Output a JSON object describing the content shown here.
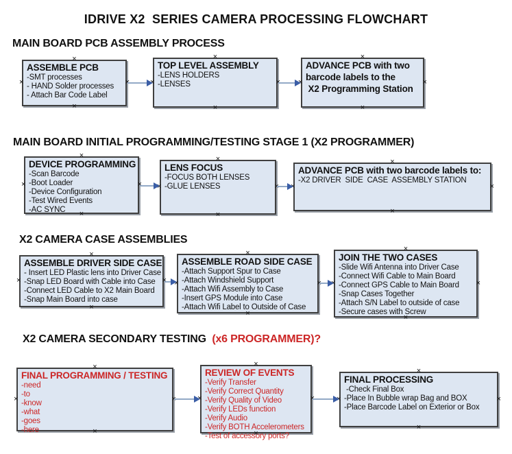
{
  "title": "IDRIVE X2  SERIES CAMERA PROCESSING FLOWCHART",
  "colors": {
    "box_fill": "#dde6f2",
    "box_border": "#3f3f3f",
    "red_text": "#cc2626",
    "connector_line": "#92a9c6",
    "arrowhead": "#3b5ea6"
  },
  "icons": {
    "connection_handle": "×",
    "arrowhead": "right-triangle"
  },
  "sections": [
    {
      "heading": "MAIN BOARD PCB ASSEMBLY PROCESS",
      "boxes": [
        {
          "title": "ASSEMBLE PCB",
          "items": [
            "-SMT processes",
            "- HAND Solder processes",
            "- Attach Bar Code Label"
          ]
        },
        {
          "title": "TOP LEVEL ASSEMBLY",
          "items": [
            "-LENS HOLDERS",
            "-LENSES"
          ]
        },
        {
          "title": "ADVANCE PCB with two\nbarcode labels to the\n X2 Programming Station",
          "items": []
        }
      ]
    },
    {
      "heading": "MAIN BOARD INITIAL PROGRAMMING/TESTING STAGE 1 (X2 PROGRAMMER)",
      "boxes": [
        {
          "title": "DEVICE PROGRAMMING",
          "items": [
            "-Scan Barcode",
            "-Boot Loader",
            "-Device Configuration",
            "-Test Wired Events",
            "-AC SYNC"
          ]
        },
        {
          "title": "LENS FOCUS",
          "items": [
            "-FOCUS BOTH LENSES",
            "-GLUE LENSES"
          ]
        },
        {
          "title": "ADVANCE PCB with two barcode labels to:",
          "items": [
            "-X2 DRIVER  SIDE  CASE  ASSEMBLY STATION"
          ]
        }
      ]
    },
    {
      "heading": "X2 CAMERA CASE ASSEMBLIES",
      "boxes": [
        {
          "title": "ASSEMBLE DRIVER SIDE CASE",
          "items": [
            "- Insert LED Plastic lens into Driver Case",
            "-Snap LED Board with Cable into Case",
            "-Connect LED Cable to X2 Main Board",
            "-Snap Main Board into case"
          ]
        },
        {
          "title": "ASSEMBLE ROAD SIDE CASE",
          "items": [
            "-Attach Support Spur to Case",
            "-Attach Windshield Support",
            "-Attach Wifi Assembly to Case",
            "-Insert GPS Module into Case",
            "-Attach Wifi Label to Outside of Case"
          ]
        },
        {
          "title": "JOIN THE TWO CASES",
          "items": [
            "-Slide Wifi Antenna into Driver Case",
            "-Connect Wifi Cable to Main Board",
            "-Connect GPS Cable to Main Board",
            "-Snap Cases Together",
            "-Attach S/N Label to outside of case",
            "-Secure cases with Screw"
          ]
        }
      ]
    },
    {
      "heading": "X2 CAMERA SECONDARY TESTING ",
      "heading_red": " (x6 PROGRAMMER)?",
      "boxes": [
        {
          "title": "FINAL PROGRAMMING / TESTING",
          "items": [
            "-need",
            "-to",
            "-know",
            "-what",
            "-goes",
            "-here"
          ]
        },
        {
          "title": "REVIEW OF EVENTS",
          "items": [
            "-Verify Transfer",
            "-Verify Correct Quantity",
            "-Verify Quality of Video",
            "-Verify LEDs function",
            "-Verify Audio",
            "-Verify BOTH Accelerometers",
            "-Test of accessory ports?"
          ]
        },
        {
          "title": "FINAL PROCESSING",
          "items": [
            " -Check Final Box",
            "-Place In Bubble wrap Bag and BOX",
            "-Place Barcode Label on Exterior or Box"
          ]
        }
      ]
    }
  ]
}
